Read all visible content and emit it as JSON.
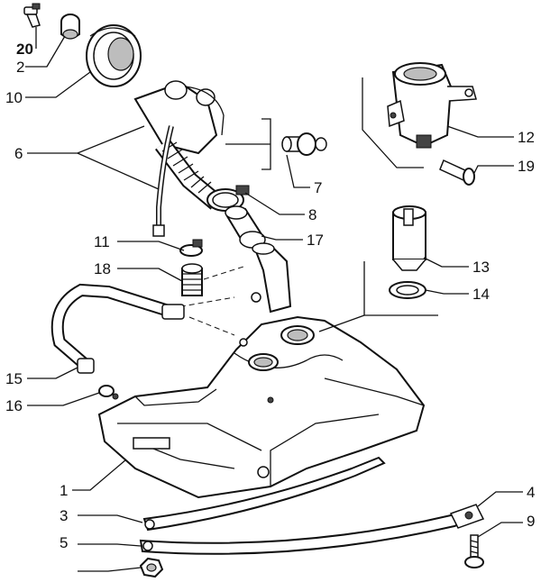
{
  "labels": {
    "p1": "1",
    "p2": "2",
    "p3": "3",
    "p4": "4",
    "p5": "5",
    "p6": "6",
    "p7": "7",
    "p8": "8",
    "p9": "9",
    "p10": "10",
    "p11": "11",
    "p12": "12",
    "p13": "13",
    "p14": "14",
    "p15": "15",
    "p16": "16",
    "p17": "17",
    "p18": "18",
    "p19": "19",
    "p20": "20"
  },
  "colors": {
    "line": "#111111",
    "shade": "#bdbdbd",
    "background": "#ffffff"
  }
}
